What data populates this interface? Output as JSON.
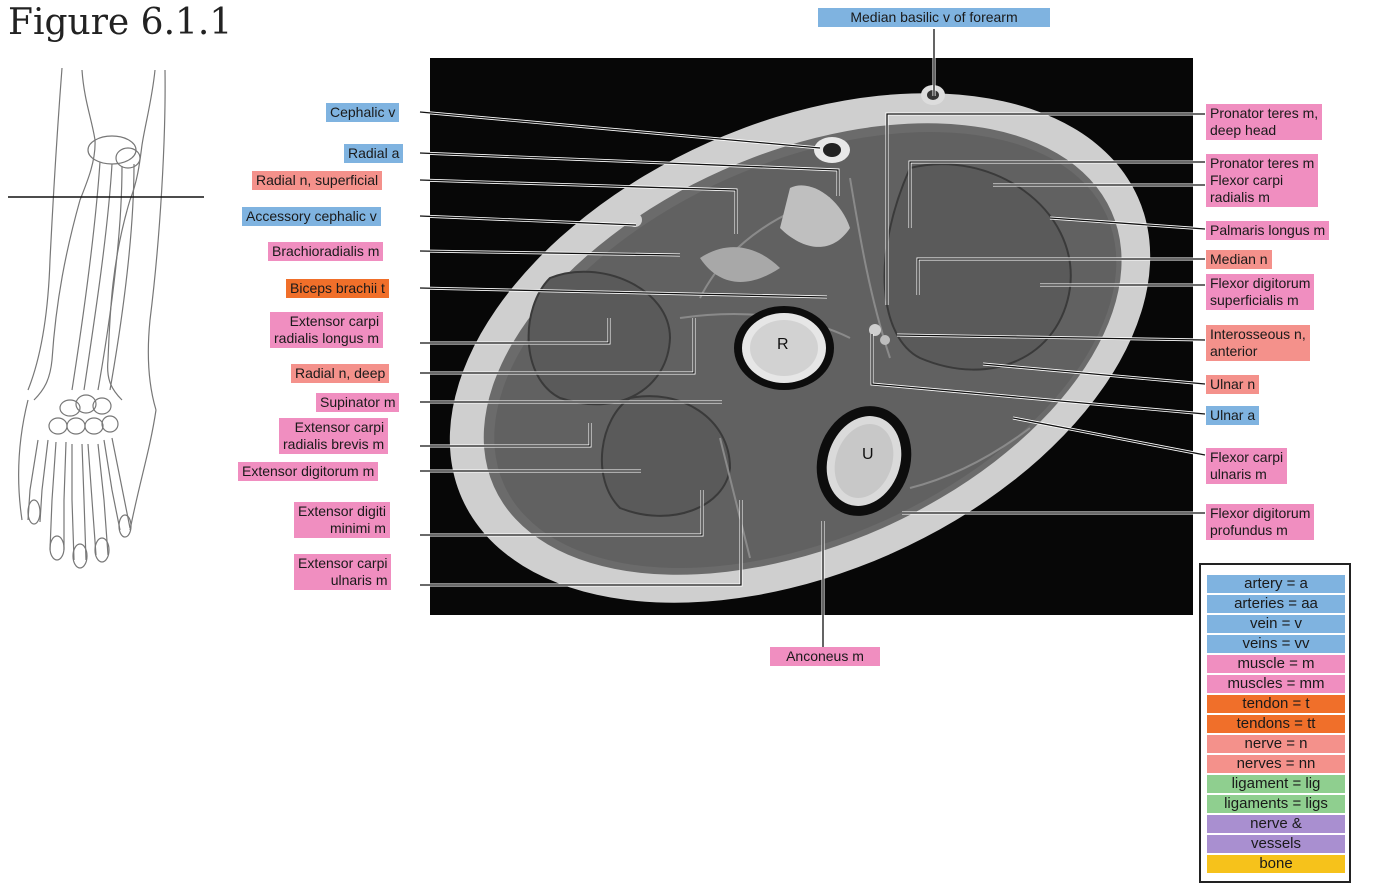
{
  "figure_title": "Figure 6.1.1",
  "colors": {
    "artery_vein": "#7fb3e0",
    "muscle": "#f08ec0",
    "tendon": "#f06f2a",
    "nerve": "#f4918b",
    "ligament": "#8fcf8f",
    "nerve_vessels": "#a98fd0",
    "bone": "#f6c21b"
  },
  "labels": {
    "top": "Median basilic v of forearm",
    "bottom": "Anconeus m",
    "left": [
      [
        "Cephalic v"
      ],
      [
        "Radial a"
      ],
      [
        "Radial n, superficial"
      ],
      [
        "Accessory cephalic v"
      ],
      [
        "Brachioradialis m"
      ],
      [
        "Biceps brachii t"
      ],
      [
        "Extensor carpi",
        "radialis longus m"
      ],
      [
        "Radial n, deep"
      ],
      [
        "Supinator m"
      ],
      [
        "Extensor carpi",
        "radialis brevis m"
      ],
      [
        "Extensor digitorum m"
      ],
      [
        "Extensor digiti",
        "minimi m"
      ],
      [
        "Extensor carpi",
        "ulnaris m"
      ]
    ],
    "right": [
      [
        "Pronator teres m,",
        "deep head"
      ],
      [
        "Pronator teres m",
        "Flexor carpi",
        "radialis m"
      ],
      [
        "Palmaris longus m"
      ],
      [
        "Median n"
      ],
      [
        "Flexor digitorum",
        "superficialis m"
      ],
      [
        "Interosseous n,",
        "anterior"
      ],
      [
        "Ulnar n"
      ],
      [
        "Ulnar a"
      ],
      [
        "Flexor carpi",
        "ulnaris m"
      ],
      [
        "Flexor digitorum",
        "profundus m"
      ]
    ]
  },
  "bone_letters": {
    "radius": "R",
    "ulna": "U"
  },
  "legend": [
    "artery = a",
    "arteries = aa",
    "vein = v",
    "veins = vv",
    "muscle = m",
    "muscles = mm",
    "tendon = t",
    "tendons = tt",
    "nerve = n",
    "nerves = nn",
    "ligament = lig",
    "ligaments = ligs",
    "nerve &",
    "vessels",
    "bone"
  ]
}
